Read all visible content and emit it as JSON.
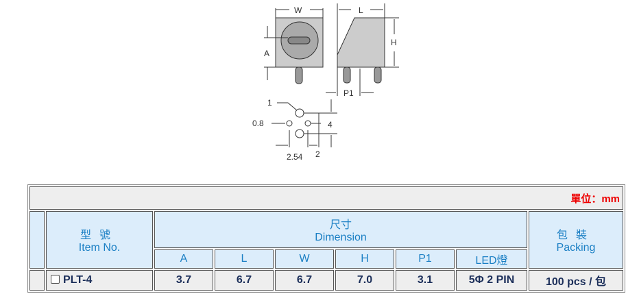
{
  "drawing": {
    "labels": {
      "w": "W",
      "l": "L",
      "h": "H",
      "a": "A",
      "p1": "P1",
      "pin1": "1",
      "hole": "0.8",
      "pitch": "2.54",
      "offset": "2",
      "spacing": "4"
    }
  },
  "table": {
    "unit_label": "單位：mm",
    "item_zh": "型號",
    "item_en": "Item No.",
    "dim_zh": "尺寸",
    "dim_en": "Dimension",
    "pack_zh": "包裝",
    "pack_en": "Packing",
    "columns": [
      "A",
      "L",
      "W",
      "H",
      "P1",
      "LED燈"
    ],
    "rows": [
      {
        "item": "PLT-4",
        "values": [
          "3.7",
          "6.7",
          "6.7",
          "7.0",
          "3.1",
          "5Φ 2 PIN"
        ],
        "packing": "100 pcs / 包"
      }
    ]
  }
}
